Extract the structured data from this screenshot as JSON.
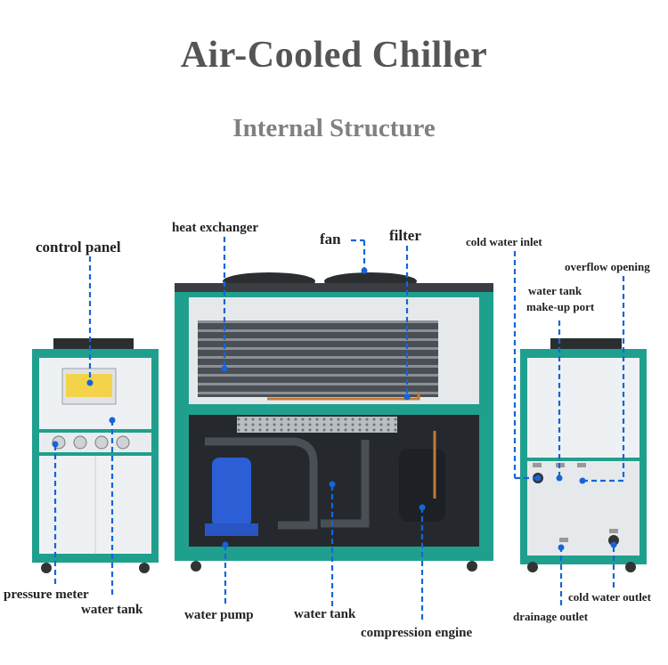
{
  "title": "Air-Cooled Chiller",
  "subtitle": "Internal Structure",
  "labels": {
    "control_panel": "control panel",
    "pressure_meter": "pressure meter",
    "water_tank_left": "water tank",
    "heat_exchanger": "heat exchanger",
    "fan": "fan",
    "filter": "filter",
    "water_pump": "water pump",
    "water_tank_center": "water tank",
    "compression_engine": "compression engine",
    "cold_water_inlet": "cold water inlet",
    "overflow_opening": "overflow opening",
    "water_tank_makeup_line1": "water tank",
    "water_tank_makeup_line2": "make-up port",
    "cold_water_outlet": "cold water outlet",
    "drainage_outlet": "drainage outlet"
  },
  "colors": {
    "frame_teal": "#1fa08e",
    "panel_white": "#eef1f3",
    "leader_blue": "#1565d8",
    "dot_blue": "#1565d8"
  }
}
